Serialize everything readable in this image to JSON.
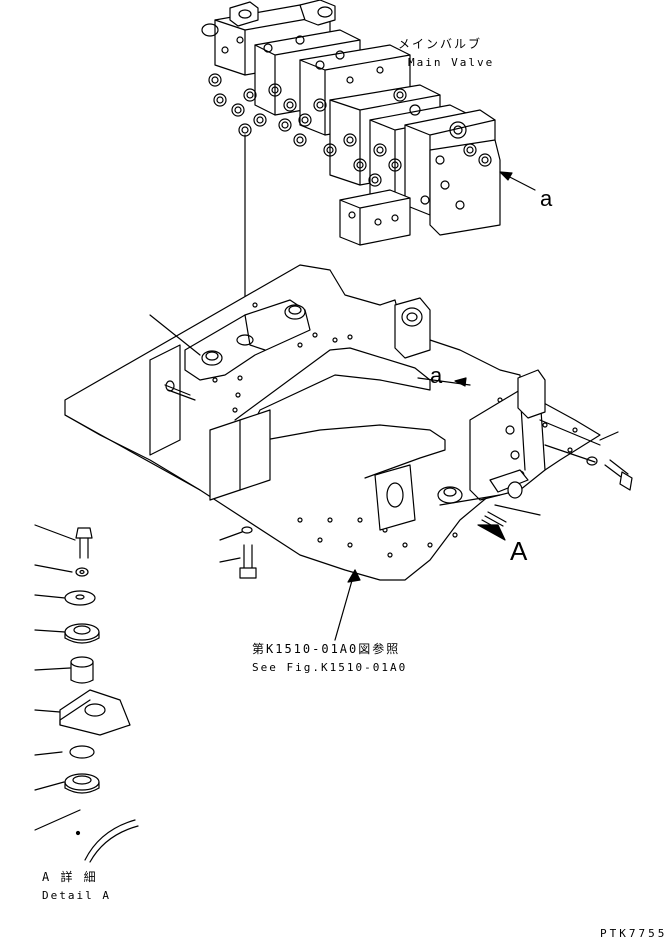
{
  "labels": {
    "main_valve_jp": "メインバルブ",
    "main_valve_en": "Main Valve",
    "callout_a_right": "a",
    "callout_a_mid": "a",
    "view_A": "A",
    "ref_jp": "第K1510-01A0図参照",
    "ref_en": "See Fig.K1510-01A0",
    "detail_jp": "A 詳 細",
    "detail_en": "Detail A",
    "drawing_code": "PTK7755"
  },
  "line_color": "#000000"
}
